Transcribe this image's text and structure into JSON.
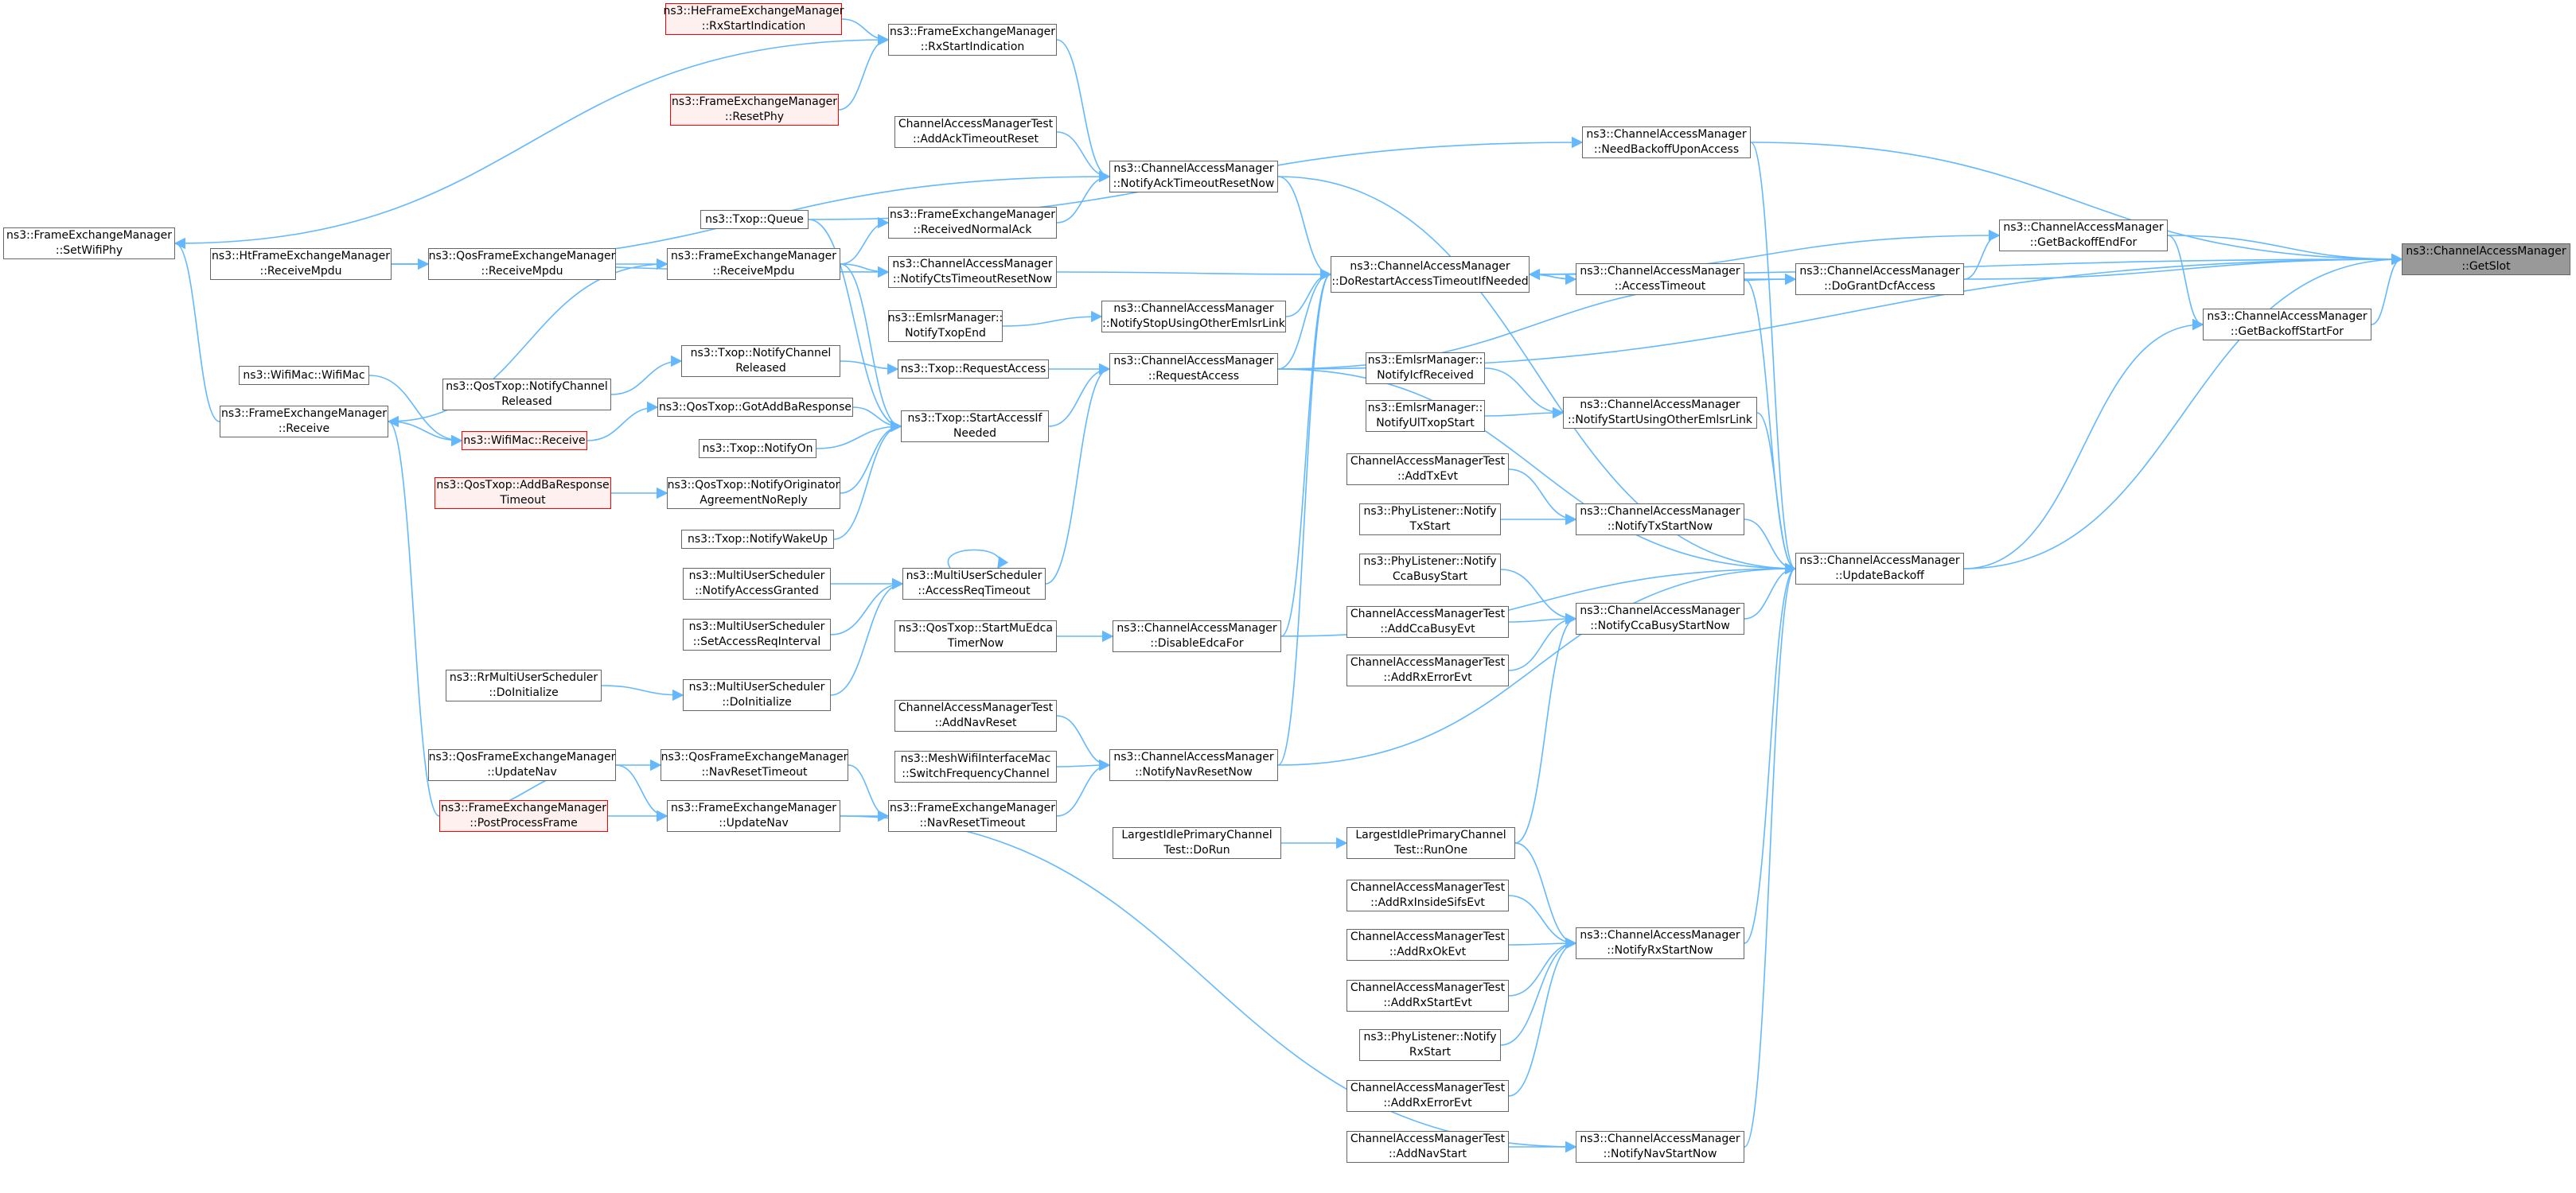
{
  "colors": {
    "edge": "#63b8ff",
    "node_border": "#666666",
    "red_border": "#ff0000",
    "red_fill": "#fff0f0",
    "root_fill": "#999999"
  },
  "nodes": [
    {
      "id": "getslot",
      "lines": [
        "ns3::ChannelAccessManager",
        "::GetSlot"
      ],
      "style": "root"
    },
    {
      "id": "needbackoff",
      "lines": [
        "ns3::ChannelAccessManager",
        "::NeedBackoffUponAccess"
      ]
    },
    {
      "id": "getbackoffend",
      "lines": [
        "ns3::ChannelAccessManager",
        "::GetBackoffEndFor"
      ]
    },
    {
      "id": "dograntdcf",
      "lines": [
        "ns3::ChannelAccessManager",
        "::DoGrantDcfAccess"
      ]
    },
    {
      "id": "getbackoffstart",
      "lines": [
        "ns3::ChannelAccessManager",
        "::GetBackoffStartFor"
      ]
    },
    {
      "id": "updatebackoff",
      "lines": [
        "ns3::ChannelAccessManager",
        "::UpdateBackoff"
      ]
    },
    {
      "id": "accesstimeout",
      "lines": [
        "ns3::ChannelAccessManager",
        "::AccessTimeout"
      ]
    },
    {
      "id": "dorestart",
      "lines": [
        "ns3::ChannelAccessManager",
        "::DoRestartAccessTimeoutIfNeeded"
      ]
    },
    {
      "id": "notifystartusing",
      "lines": [
        "ns3::ChannelAccessManager",
        "::NotifyStartUsingOtherEmlsrLink"
      ]
    },
    {
      "id": "emlsricf",
      "lines": [
        "ns3::EmlsrManager::",
        "NotifyIcfReceived"
      ]
    },
    {
      "id": "emlsrul",
      "lines": [
        "ns3::EmlsrManager::",
        "NotifyUlTxopStart"
      ]
    },
    {
      "id": "notifytxstart",
      "lines": [
        "ns3::ChannelAccessManager",
        "::NotifyTxStartNow"
      ]
    },
    {
      "id": "testaddtx",
      "lines": [
        "ChannelAccessManagerTest",
        "::AddTxEvt"
      ]
    },
    {
      "id": "phytxstart",
      "lines": [
        "ns3::PhyListener::Notify",
        "TxStart"
      ]
    },
    {
      "id": "notifyccabusy",
      "lines": [
        "ns3::ChannelAccessManager",
        "::NotifyCcaBusyStartNow"
      ]
    },
    {
      "id": "phyccabusy",
      "lines": [
        "ns3::PhyListener::Notify",
        "CcaBusyStart"
      ]
    },
    {
      "id": "testaddcca",
      "lines": [
        "ChannelAccessManagerTest",
        "::AddCcaBusyEvt"
      ]
    },
    {
      "id": "testaddrxerr1",
      "lines": [
        "ChannelAccessManagerTest",
        "::AddRxErrorEvt"
      ]
    },
    {
      "id": "lipc_runone",
      "lines": [
        "LargestIdlePrimaryChannel",
        "Test::RunOne"
      ]
    },
    {
      "id": "lipc_dorun",
      "lines": [
        "LargestIdlePrimaryChannel",
        "Test::DoRun"
      ]
    },
    {
      "id": "notifyrxstart",
      "lines": [
        "ns3::ChannelAccessManager",
        "::NotifyRxStartNow"
      ]
    },
    {
      "id": "testaddrxsifs",
      "lines": [
        "ChannelAccessManagerTest",
        "::AddRxInsideSifsEvt"
      ]
    },
    {
      "id": "testaddrxok",
      "lines": [
        "ChannelAccessManagerTest",
        "::AddRxOkEvt"
      ]
    },
    {
      "id": "testaddrxstart",
      "lines": [
        "ChannelAccessManagerTest",
        "::AddRxStartEvt"
      ]
    },
    {
      "id": "phyrxstart",
      "lines": [
        "ns3::PhyListener::Notify",
        "RxStart"
      ]
    },
    {
      "id": "testaddrxerr2",
      "lines": [
        "ChannelAccessManagerTest",
        "::AddRxErrorEvt"
      ]
    },
    {
      "id": "notifynavstart",
      "lines": [
        "ns3::ChannelAccessManager",
        "::NotifyNavStartNow"
      ]
    },
    {
      "id": "testaddnavstart",
      "lines": [
        "ChannelAccessManagerTest",
        "::AddNavStart"
      ]
    },
    {
      "id": "notifyacktimeout",
      "lines": [
        "ns3::ChannelAccessManager",
        "::NotifyAckTimeoutResetNow"
      ]
    },
    {
      "id": "fem_rxstartind",
      "lines": [
        "ns3::FrameExchangeManager",
        "::RxStartIndication"
      ]
    },
    {
      "id": "hefem_rxstartind",
      "lines": [
        "ns3::HeFrameExchangeManager",
        "::RxStartIndication"
      ],
      "style": "red"
    },
    {
      "id": "fem_resetphy",
      "lines": [
        "ns3::FrameExchangeManager",
        "::ResetPhy"
      ],
      "style": "red"
    },
    {
      "id": "testaddack",
      "lines": [
        "ChannelAccessManagerTest",
        "::AddAckTimeoutReset"
      ]
    },
    {
      "id": "fem_recvnormalack",
      "lines": [
        "ns3::FrameExchangeManager",
        "::ReceivedNormalAck"
      ]
    },
    {
      "id": "notifyctstimeout",
      "lines": [
        "ns3::ChannelAccessManager",
        "::NotifyCtsTimeoutResetNow"
      ]
    },
    {
      "id": "notifystopusing",
      "lines": [
        "ns3::ChannelAccessManager",
        "::NotifyStopUsingOtherEmlsrLink"
      ]
    },
    {
      "id": "emlsrtxopend",
      "lines": [
        "ns3::EmlsrManager::",
        "NotifyTxopEnd"
      ]
    },
    {
      "id": "requestaccess",
      "lines": [
        "ns3::ChannelAccessManager",
        "::RequestAccess"
      ]
    },
    {
      "id": "txop_reqaccess",
      "lines": [
        "ns3::Txop::RequestAccess"
      ]
    },
    {
      "id": "txop_startaccess",
      "lines": [
        "ns3::Txop::StartAccessIf",
        "Needed"
      ]
    },
    {
      "id": "txop_notifyreleased",
      "lines": [
        "ns3::Txop::NotifyChannel",
        "Released"
      ]
    },
    {
      "id": "qostxop_notifyreleased",
      "lines": [
        "ns3::QosTxop::NotifyChannel",
        "Released"
      ]
    },
    {
      "id": "qostxop_gotadd",
      "lines": [
        "ns3::QosTxop::GotAddBaResponse"
      ]
    },
    {
      "id": "txop_notifyon",
      "lines": [
        "ns3::Txop::NotifyOn"
      ]
    },
    {
      "id": "qostxop_notifyorig",
      "lines": [
        "ns3::QosTxop::NotifyOriginator",
        "AgreementNoReply"
      ]
    },
    {
      "id": "qostxop_addbatimeout",
      "lines": [
        "ns3::QosTxop::AddBaResponse",
        "Timeout"
      ],
      "style": "red"
    },
    {
      "id": "txop_notifywakeup",
      "lines": [
        "ns3::Txop::NotifyWakeUp"
      ]
    },
    {
      "id": "txop_queue",
      "lines": [
        "ns3::Txop::Queue"
      ]
    },
    {
      "id": "fem_receivempdu",
      "lines": [
        "ns3::FrameExchangeManager",
        "::ReceiveMpdu"
      ]
    },
    {
      "id": "qosfem_receivempdu",
      "lines": [
        "ns3::QosFrameExchangeManager",
        "::ReceiveMpdu"
      ]
    },
    {
      "id": "htfem_receivempdu",
      "lines": [
        "ns3::HtFrameExchangeManager",
        "::ReceiveMpdu"
      ]
    },
    {
      "id": "fem_setwifiphy",
      "lines": [
        "ns3::FrameExchangeManager",
        "::SetWifiPhy"
      ]
    },
    {
      "id": "wifimac_wifimac",
      "lines": [
        "ns3::WifiMac::WifiMac"
      ]
    },
    {
      "id": "fem_receive",
      "lines": [
        "ns3::FrameExchangeManager",
        "::Receive"
      ]
    },
    {
      "id": "wifimac_receive",
      "lines": [
        "ns3::WifiMac::Receive"
      ],
      "style": "red"
    },
    {
      "id": "mus_accessreq",
      "lines": [
        "ns3::MultiUserScheduler",
        "::AccessReqTimeout"
      ]
    },
    {
      "id": "mus_notifyaccess",
      "lines": [
        "ns3::MultiUserScheduler",
        "::NotifyAccessGranted"
      ]
    },
    {
      "id": "mus_setaccess",
      "lines": [
        "ns3::MultiUserScheduler",
        "::SetAccessReqInterval"
      ]
    },
    {
      "id": "mus_doinit",
      "lines": [
        "ns3::MultiUserScheduler",
        "::DoInitialize"
      ]
    },
    {
      "id": "rrmus_doinit",
      "lines": [
        "ns3::RrMultiUserScheduler",
        "::DoInitialize"
      ]
    },
    {
      "id": "disableedca",
      "lines": [
        "ns3::ChannelAccessManager",
        "::DisableEdcaFor"
      ]
    },
    {
      "id": "qostxop_startmu",
      "lines": [
        "ns3::QosTxop::StartMuEdca",
        "TimerNow"
      ]
    },
    {
      "id": "notifynavreset",
      "lines": [
        "ns3::ChannelAccessManager",
        "::NotifyNavResetNow"
      ]
    },
    {
      "id": "testaddnavreset",
      "lines": [
        "ChannelAccessManagerTest",
        "::AddNavReset"
      ]
    },
    {
      "id": "mesh_switch",
      "lines": [
        "ns3::MeshWifiInterfaceMac",
        "::SwitchFrequencyChannel"
      ]
    },
    {
      "id": "fem_navresettimeout",
      "lines": [
        "ns3::FrameExchangeManager",
        "::NavResetTimeout"
      ]
    },
    {
      "id": "qosfem_navresettimeout",
      "lines": [
        "ns3::QosFrameExchangeManager",
        "::NavResetTimeout"
      ]
    },
    {
      "id": "fem_updatenav",
      "lines": [
        "ns3::FrameExchangeManager",
        "::UpdateNav"
      ]
    },
    {
      "id": "qosfem_updatenav",
      "lines": [
        "ns3::QosFrameExchangeManager",
        "::UpdateNav"
      ]
    },
    {
      "id": "fem_postprocess",
      "lines": [
        "ns3::FrameExchangeManager",
        "::PostProcessFrame"
      ],
      "style": "red"
    }
  ],
  "edges": [
    [
      "getslot",
      "needbackoff"
    ],
    [
      "getslot",
      "getbackoffend"
    ],
    [
      "getslot",
      "dograntdcf"
    ],
    [
      "getslot",
      "getbackoffstart"
    ],
    [
      "getslot",
      "updatebackoff"
    ],
    [
      "getslot",
      "dorestart"
    ],
    [
      "getslot",
      "requestaccess"
    ],
    [
      "getbackoffend",
      "dorestart"
    ],
    [
      "getbackoffend",
      "dograntdcf"
    ],
    [
      "getbackoffstart",
      "getbackoffend"
    ],
    [
      "getbackoffstart",
      "updatebackoff"
    ],
    [
      "dograntdcf",
      "accesstimeout"
    ],
    [
      "dograntdcf",
      "requestaccess"
    ],
    [
      "needbackoff",
      "txop_queue"
    ],
    [
      "accesstimeout",
      "dorestart"
    ],
    [
      "dorestart",
      "accesstimeout"
    ],
    [
      "updatebackoff",
      "needbackoff"
    ],
    [
      "updatebackoff",
      "accesstimeout"
    ],
    [
      "updatebackoff",
      "notifystartusing"
    ],
    [
      "updatebackoff",
      "notifytxstart"
    ],
    [
      "updatebackoff",
      "notifyccabusy"
    ],
    [
      "updatebackoff",
      "notifyrxstart"
    ],
    [
      "updatebackoff",
      "notifynavstart"
    ],
    [
      "updatebackoff",
      "notifyacktimeout"
    ],
    [
      "updatebackoff",
      "notifynavreset"
    ],
    [
      "updatebackoff",
      "requestaccess"
    ],
    [
      "updatebackoff",
      "disableedca"
    ],
    [
      "dorestart",
      "notifyacktimeout"
    ],
    [
      "dorestart",
      "notifyctstimeout"
    ],
    [
      "dorestart",
      "notifystopusing"
    ],
    [
      "dorestart",
      "requestaccess"
    ],
    [
      "dorestart",
      "disableedca"
    ],
    [
      "dorestart",
      "notifynavreset"
    ],
    [
      "notifystartusing",
      "emlsricf"
    ],
    [
      "notifystartusing",
      "emlsrul"
    ],
    [
      "notifytxstart",
      "testaddtx"
    ],
    [
      "notifytxstart",
      "phytxstart"
    ],
    [
      "notifyccabusy",
      "phyccabusy"
    ],
    [
      "notifyccabusy",
      "testaddcca"
    ],
    [
      "notifyccabusy",
      "testaddrxerr1"
    ],
    [
      "notifyccabusy",
      "lipc_runone"
    ],
    [
      "lipc_runone",
      "lipc_dorun"
    ],
    [
      "notifyrxstart",
      "lipc_runone"
    ],
    [
      "notifyrxstart",
      "testaddrxsifs"
    ],
    [
      "notifyrxstart",
      "testaddrxok"
    ],
    [
      "notifyrxstart",
      "testaddrxstart"
    ],
    [
      "notifyrxstart",
      "phyrxstart"
    ],
    [
      "notifyrxstart",
      "testaddrxerr2"
    ],
    [
      "notifynavstart",
      "testaddnavstart"
    ],
    [
      "notifynavstart",
      "fem_updatenav"
    ],
    [
      "notifyacktimeout",
      "fem_rxstartind"
    ],
    [
      "notifyacktimeout",
      "testaddack"
    ],
    [
      "notifyacktimeout",
      "fem_recvnormalack"
    ],
    [
      "notifyacktimeout",
      "htfem_receivempdu"
    ],
    [
      "fem_rxstartind",
      "hefem_rxstartind"
    ],
    [
      "fem_rxstartind",
      "fem_resetphy"
    ],
    [
      "fem_rxstartind",
      "fem_setwifiphy"
    ],
    [
      "fem_recvnormalack",
      "fem_receivempdu"
    ],
    [
      "notifyctstimeout",
      "fem_receivempdu"
    ],
    [
      "notifyctstimeout",
      "htfem_receivempdu"
    ],
    [
      "notifystopusing",
      "emlsrtxopend"
    ],
    [
      "requestaccess",
      "txop_reqaccess"
    ],
    [
      "requestaccess",
      "txop_startaccess"
    ],
    [
      "requestaccess",
      "mus_accessreq"
    ],
    [
      "txop_reqaccess",
      "txop_notifyreleased"
    ],
    [
      "txop_startaccess",
      "txop_queue"
    ],
    [
      "txop_startaccess",
      "qostxop_gotadd"
    ],
    [
      "txop_startaccess",
      "txop_notifyon"
    ],
    [
      "txop_startaccess",
      "qostxop_notifyorig"
    ],
    [
      "txop_startaccess",
      "txop_notifywakeup"
    ],
    [
      "txop_startaccess",
      "fem_receivempdu"
    ],
    [
      "txop_notifyreleased",
      "qostxop_notifyreleased"
    ],
    [
      "qostxop_gotadd",
      "wifimac_receive"
    ],
    [
      "qostxop_notifyorig",
      "qostxop_addbatimeout"
    ],
    [
      "fem_receivempdu",
      "qosfem_receivempdu"
    ],
    [
      "fem_receivempdu",
      "fem_receive"
    ],
    [
      "qosfem_receivempdu",
      "htfem_receivempdu"
    ],
    [
      "fem_setwifiphy",
      "fem_receive"
    ],
    [
      "fem_receive",
      "fem_postprocess"
    ],
    [
      "wifimac_receive",
      "wifimac_wifimac"
    ],
    [
      "wifimac_receive",
      "fem_receive"
    ],
    [
      "mus_accessreq",
      "mus_accessreq"
    ],
    [
      "mus_accessreq",
      "mus_notifyaccess"
    ],
    [
      "mus_accessreq",
      "mus_setaccess"
    ],
    [
      "mus_accessreq",
      "mus_doinit"
    ],
    [
      "mus_doinit",
      "rrmus_doinit"
    ],
    [
      "disableedca",
      "qostxop_startmu"
    ],
    [
      "notifynavreset",
      "testaddnavreset"
    ],
    [
      "notifynavreset",
      "mesh_switch"
    ],
    [
      "notifynavreset",
      "fem_navresettimeout"
    ],
    [
      "fem_navresettimeout",
      "qosfem_navresettimeout"
    ],
    [
      "fem_navresettimeout",
      "fem_updatenav"
    ],
    [
      "qosfem_navresettimeout",
      "qosfem_updatenav"
    ],
    [
      "fem_updatenav",
      "qosfem_updatenav"
    ],
    [
      "fem_updatenav",
      "fem_postprocess"
    ],
    [
      "qosfem_updatenav",
      "fem_postprocess"
    ]
  ]
}
